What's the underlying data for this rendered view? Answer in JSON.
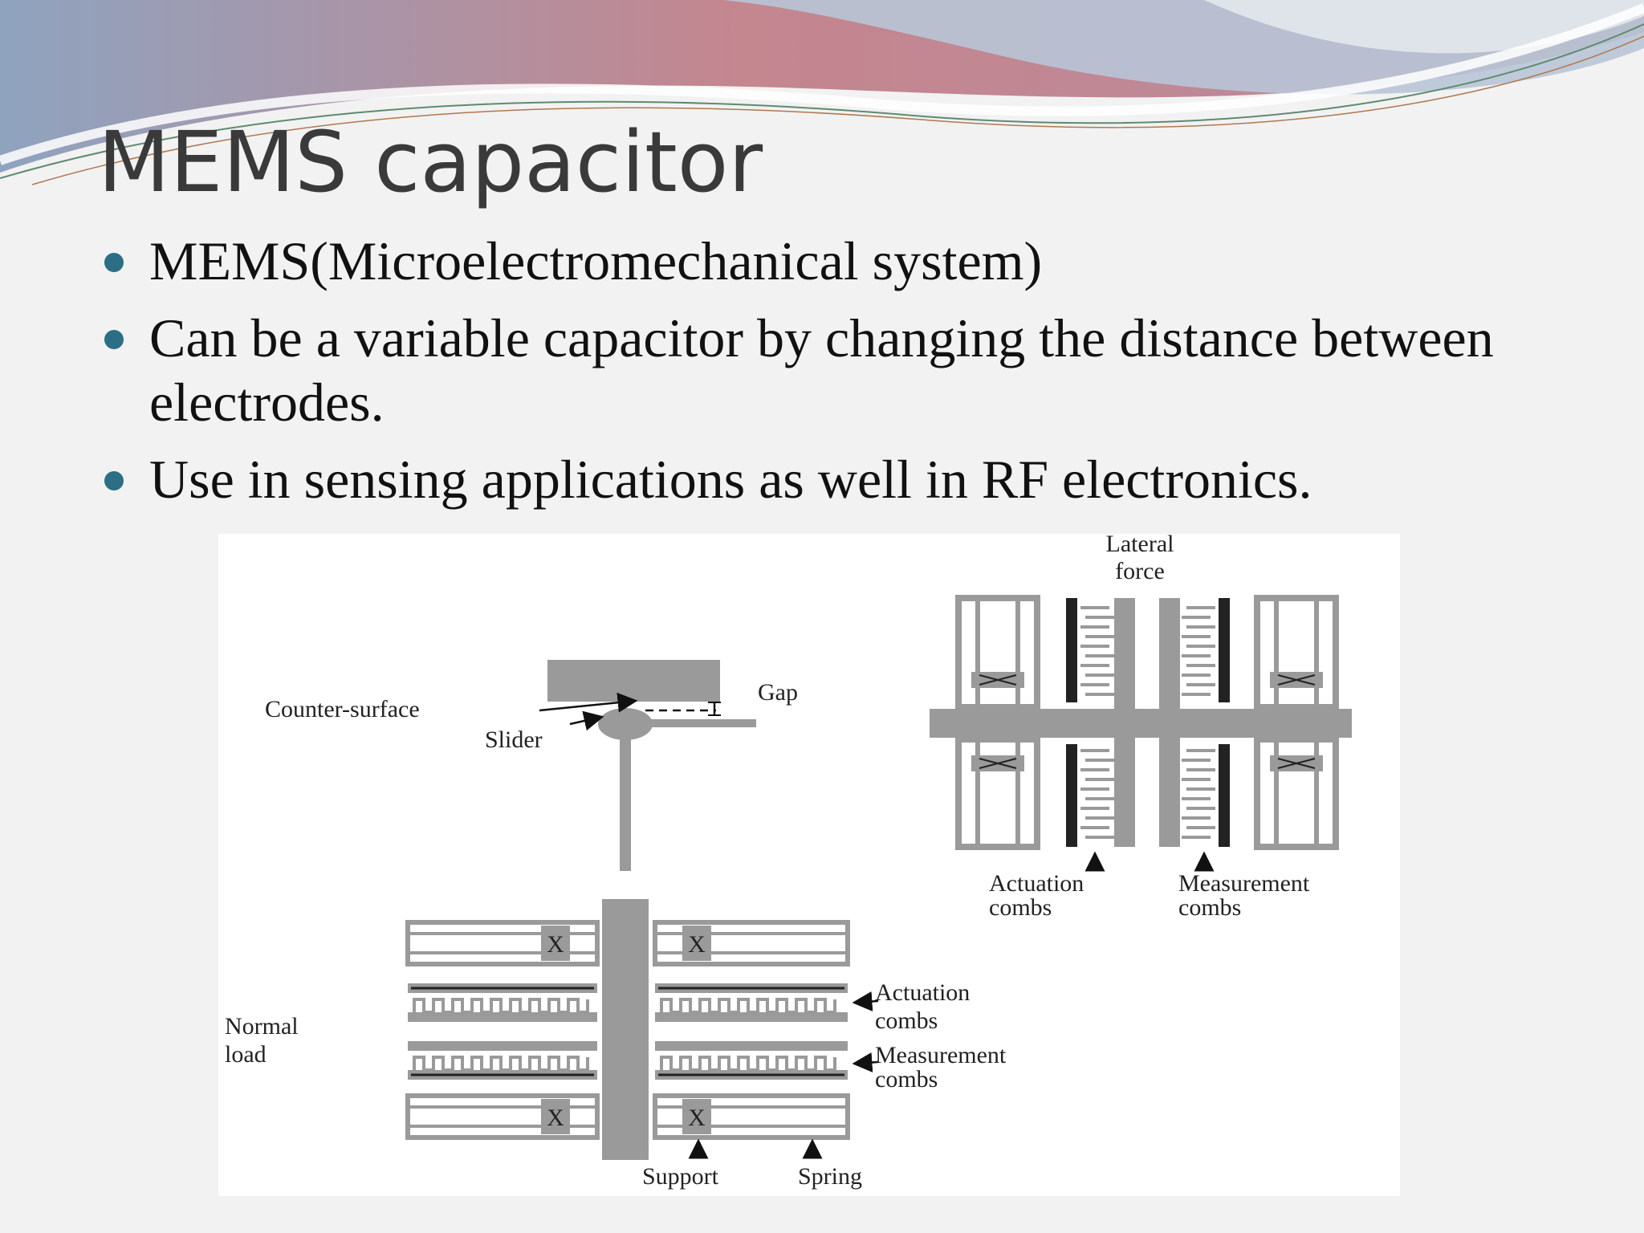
{
  "slide": {
    "title": "MEMS capacitor",
    "bullets": [
      {
        "text": "MEMS(Microelectromechanical system)"
      },
      {
        "text": "Can be a variable capacitor by changing the distance between electrodes."
      },
      {
        "text": "Use in sensing applications as well in RF electronics."
      }
    ]
  },
  "diagram": {
    "labels": {
      "lateral_force_1": "Lateral",
      "lateral_force_2": "force",
      "gap": "Gap",
      "counter_surface": "Counter-surface",
      "slider": "Slider",
      "actuation_combs_top_1": "Actuation",
      "actuation_combs_top_2": "combs",
      "measurement_combs_top_1": "Measurement",
      "measurement_combs_top_2": "combs",
      "normal_load_1": "Normal",
      "normal_load_2": "load",
      "actuation_combs_side_1": "Actuation",
      "actuation_combs_side_2": "combs",
      "measurement_combs_side_1": "Measurement",
      "measurement_combs_side_2": "combs",
      "support": "Support",
      "spring": "Spring",
      "anchor_mark": "X"
    }
  },
  "colors": {
    "accent_bullet": "#2b6e86",
    "header_pink": "#c9848e",
    "header_blue": "#8fa7c0",
    "structure_gray": "#999999"
  }
}
